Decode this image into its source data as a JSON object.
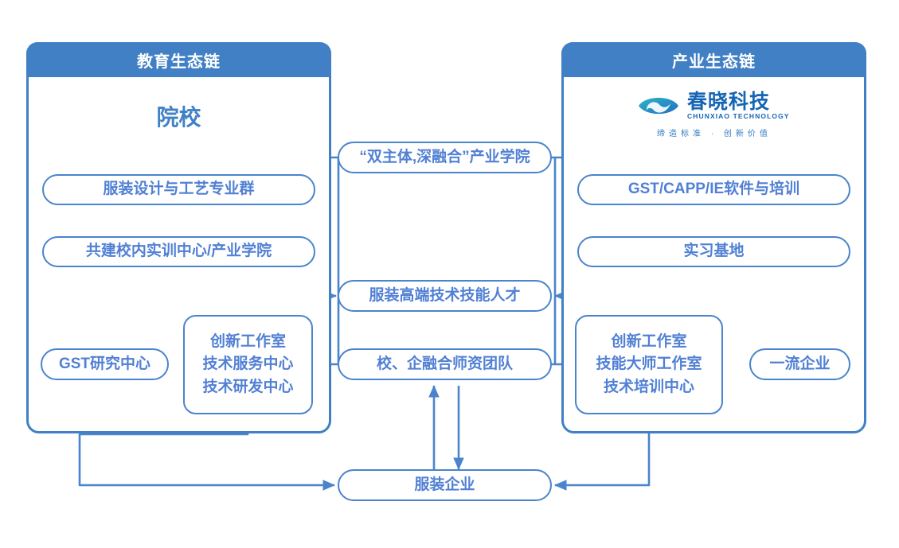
{
  "diagram": {
    "title_education": "教育生态链",
    "title_industry": "产业生态链",
    "heading_school": "院校"
  },
  "logo": {
    "name_cn": "春晓科技",
    "name_en": "CHUNXIAO TECHNOLOGY",
    "tagline": "缔造标准 · 创新价值",
    "mark": "chunxiao-eye-logo-icon",
    "color": "#1565B5"
  },
  "nodes": {
    "edu_major": "服装设计与工艺专业群",
    "edu_training_center": "共建校内实训中心/产业学院",
    "gst_research": "GST研究中心",
    "edu_centers": [
      "创新工作室",
      "技术服务中心",
      "技术研发中心"
    ],
    "ind_software": "GST/CAPP/IE软件与培训",
    "ind_internship": "实习基地",
    "ind_centers": [
      "创新工作室",
      "技能大师工作室",
      "技术培训中心"
    ],
    "top_enterprise": "一流企业",
    "mid_college": "“双主体,深融合”产业学院",
    "mid_talent": "服装高端技术技能人才",
    "mid_faculty": "校、企融合师资团队",
    "bottom_enterprise": "服装企业"
  },
  "colors": {
    "panel_header_bg": "#4180C4",
    "panel_border": "#4180C4",
    "node_border": "#4A84CC",
    "node_text": "#5180D4",
    "heading_text": "#4181C6",
    "connector": "#4A84CC",
    "background": "#FFFFFF"
  }
}
